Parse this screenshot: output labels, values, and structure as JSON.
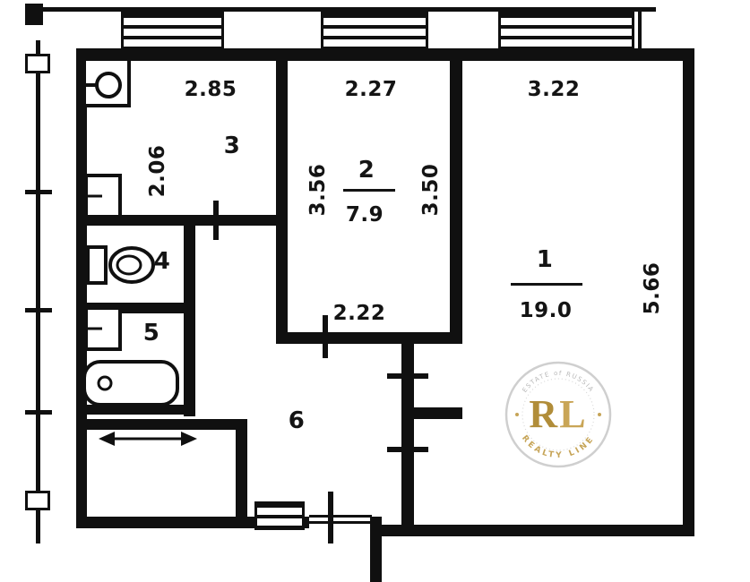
{
  "title": "Apartment floor plan",
  "labels": {
    "room1_number": "1",
    "room1_area": "19.0",
    "room2_number": "2",
    "room2_area": "7.9",
    "room3_number": "3",
    "room4_number": "4",
    "room5_number": "5",
    "room6_number": "6",
    "dim_room3_width": "2.85",
    "dim_room3_depth": "2.06",
    "dim_room2_width_top": "2.27",
    "dim_room2_depth_left": "3.56",
    "dim_room2_depth_right": "3.50",
    "dim_room2_width_bottom": "2.22",
    "dim_room1_width_top": "3.22",
    "dim_room1_depth_right": "5.66"
  },
  "watermark": {
    "monogram_r": "R",
    "monogram_l": "L",
    "arc_top": "ESTATE of RUSSIA",
    "arc_bottom": "REALTY LINE",
    "gold": "#c3a04f",
    "gray": "#c9c9c9"
  },
  "colors": {
    "wall": "#101010",
    "background": "#ffffff"
  },
  "fixtures": [
    "sink",
    "cabinet",
    "toilet",
    "washbasin",
    "bathtub",
    "wardrobe-arrows"
  ]
}
